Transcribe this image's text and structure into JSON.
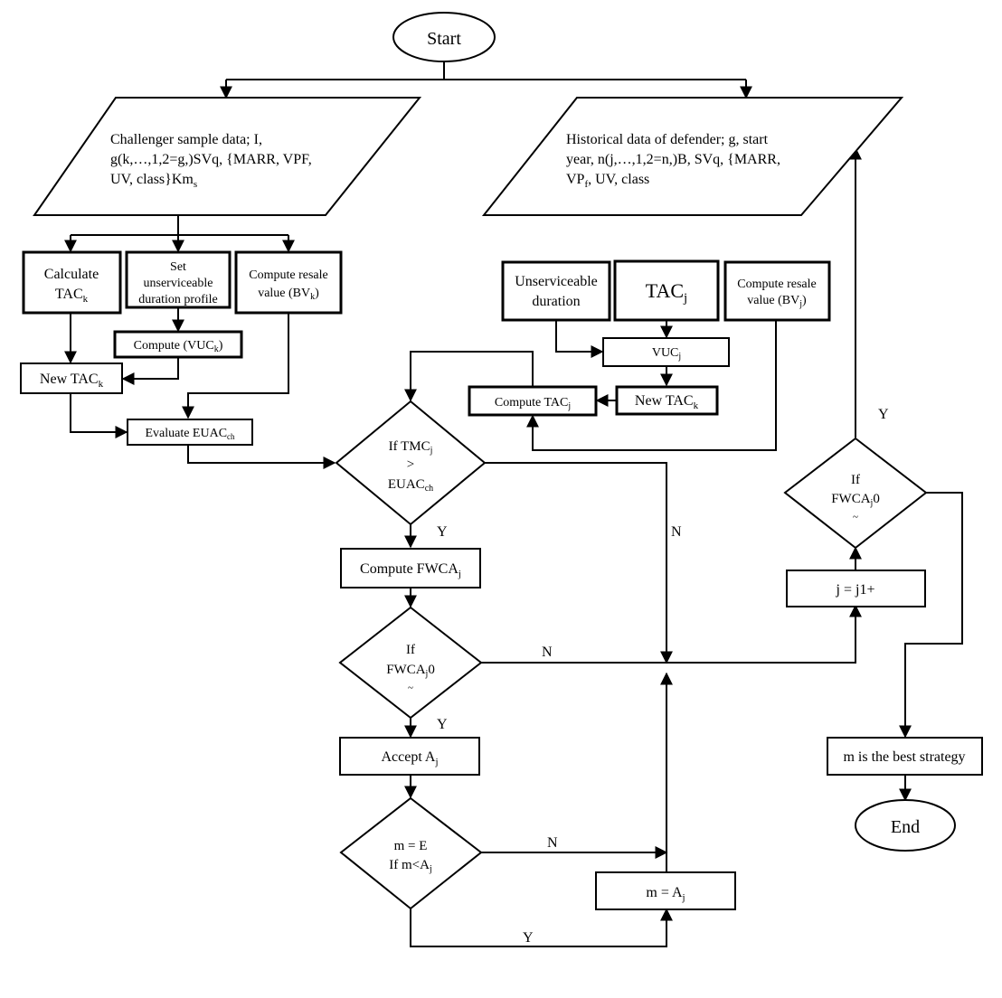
{
  "start": "Start",
  "end": "End",
  "challenger_input": [
    "Challenger sample data; I,",
    "g(k,…,1,2=g,)SVq, {MARR, VPF,",
    "UV, class}Km"
  ],
  "challenger_input_sub": "s",
  "defender_input": [
    "Historical data of defender; g, start",
    "year, n(j,…,1,2=n,)B, SVq, {MARR,",
    "VP",
    ", UV, class"
  ],
  "defender_input_sub": "f",
  "calc_tac": "Calculate",
  "calc_tac_main": "TAC",
  "calc_tac_sub": "k",
  "set_profile": [
    "Set",
    "unserviceable",
    "duration profile"
  ],
  "resale_k": [
    "Compute resale",
    "value (BV",
    ")"
  ],
  "resale_k_sub": "k",
  "compute_vuc_main": "Compute (VUC",
  "compute_vuc_sub": "k",
  "compute_vuc_end": ")",
  "new_tac_k_left_main": "New TAC",
  "new_tac_k_left_sub": "k",
  "evaluate_main": "Evaluate EUAC",
  "evaluate_sub": "ch",
  "unserviceable": [
    "Unserviceable",
    "duration"
  ],
  "tac_j_main": "TAC",
  "tac_j_sub": "j",
  "resale_j": [
    "Compute resale",
    "value (BV",
    ")"
  ],
  "resale_j_sub": "j",
  "vuc_j_main": "VUC",
  "vuc_j_sub": "j",
  "compute_tac_j_main": "Compute TAC",
  "compute_tac_j_sub": "j",
  "new_tac_k_right_main": "New TAC",
  "new_tac_k_right_sub": "k",
  "if_tmc": {
    "l1": "If TMC",
    "l1_sub": "j",
    "l2": ">",
    "l3": "EUAC",
    "l3_sub": "ch"
  },
  "compute_fwca_main": "Compute FWCA",
  "compute_fwca_sub": "j",
  "if_fwca_mid": {
    "l1": "If",
    "l2": "FWCA",
    "l2_sub": "j",
    "l2_end": "0",
    "l3": "~"
  },
  "accept_main": "Accept A",
  "accept_sub": "j",
  "if_m": {
    "l1": "m = E",
    "l2": "If m<A",
    "l2_sub": "j"
  },
  "m_eq_main": "m = A",
  "m_eq_sub": "j",
  "if_fwca_right": {
    "l1": "If",
    "l2": "FWCA",
    "l2_sub": "j",
    "l2_end": "0",
    "l3": "~"
  },
  "j_inc": "j = j1+",
  "best": "m is the best strategy",
  "labels": {
    "y": "Y",
    "n": "N"
  }
}
